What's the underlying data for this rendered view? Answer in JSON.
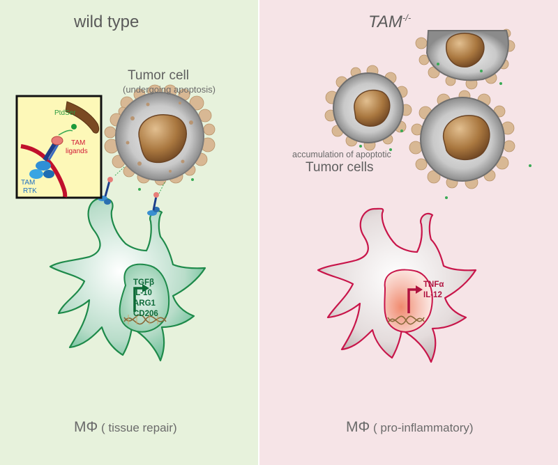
{
  "panels": {
    "left": {
      "title": "wild type",
      "background": "#e7f2dc"
    },
    "right": {
      "title": "TAM",
      "title_superscript": "-/-",
      "background": "#f6e4e7"
    }
  },
  "tumor_left": {
    "label": "Tumor cell",
    "sublabel": "(undergoing apoptosis)"
  },
  "inset": {
    "ptdser": "PtdSer",
    "tam_ligands_line1": "TAM",
    "tam_ligands_line2": "ligands",
    "tam_rtk_line1": "TAM",
    "tam_rtk_line2": "RTK"
  },
  "macrophage_left": {
    "genes": [
      "TGFβ",
      "IL-10",
      "ARG1",
      "CD206"
    ],
    "label_symbol": "MΦ",
    "label_text": "( tissue repair)"
  },
  "tumor_right": {
    "label_small": "accumulation of apoptotic",
    "label_large": "Tumor cells"
  },
  "macrophage_right": {
    "genes": [
      "TNFα",
      "IL-12"
    ],
    "label_symbol": "MΦ",
    "label_text": "( pro-inflammatory)"
  },
  "colors": {
    "wild_type_green": "#1e8a4a",
    "knockout_red": "#c8154a",
    "tumor_brown": "#9a6a3e",
    "inset_yellow": "#fdf8b8"
  }
}
